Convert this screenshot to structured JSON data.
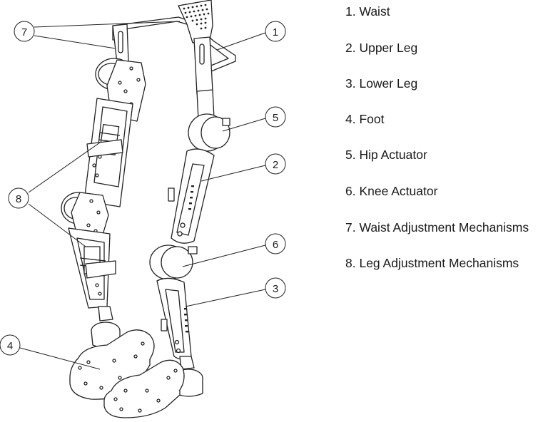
{
  "callouts": [
    {
      "num": "1",
      "label": "Waist"
    },
    {
      "num": "2",
      "label": "Upper Leg"
    },
    {
      "num": "3",
      "label": "Lower Leg"
    },
    {
      "num": "4",
      "label": "Foot"
    },
    {
      "num": "5",
      "label": "Hip Actuator"
    },
    {
      "num": "6",
      "label": "Knee Actuator"
    },
    {
      "num": "7",
      "label": "Waist Adjustment Mechanisms"
    },
    {
      "num": "8",
      "label": "Leg Adjustment Mechanisms"
    }
  ],
  "legend": [
    "1. Waist",
    "2. Upper Leg",
    "3. Lower Leg",
    "4. Foot",
    "5. Hip Actuator",
    "6. Knee Actuator",
    "7. Waist Adjustment Mechanisms",
    "8. Leg Adjustment Mechanisms"
  ]
}
